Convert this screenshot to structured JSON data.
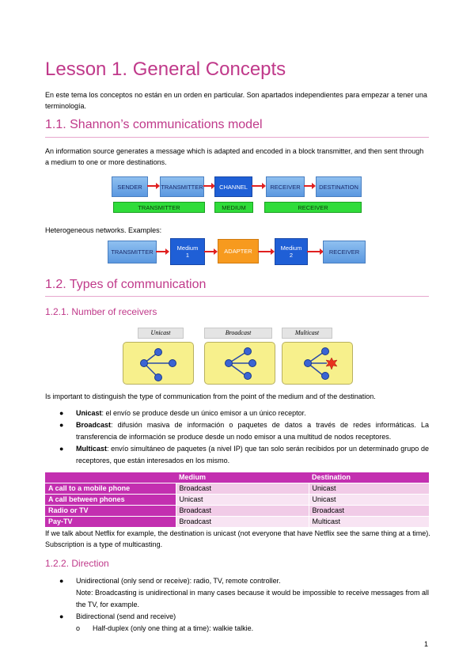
{
  "title": "Lesson 1. General Concepts",
  "intro": "En este tema los conceptos no están en un orden en particular. Son apartados independientes para empezar a tener una terminología.",
  "sec11": {
    "title": "1.1.  Shannon’s communications model",
    "para": "An information source generates a message which is adapted and encoded in a block transmitter, and then sent through a medium to one or more destinations.",
    "diagram": {
      "boxes": [
        "SENDER",
        "TRANSMITTER",
        "CHANNEL",
        "RECEIVER",
        "DESTINATION"
      ],
      "groups": [
        "TRANSMITTER",
        "MEDIUM",
        "RECEIVER"
      ]
    },
    "hetero_label": "Heterogeneous networks. Examples:",
    "hetero": {
      "transmitter": "TRANSMITTER",
      "medium1": "Medium\n1",
      "adapter": "ADAPTER",
      "medium2": "Medium\n2",
      "receiver": "RECEIVER"
    }
  },
  "sec12": {
    "title": "1.2.  Types of communication"
  },
  "sec121": {
    "title": "1.2.1. Number of receivers",
    "casts": [
      "Unicast",
      "Broadcast",
      "Multicast"
    ],
    "para": "Is important to distinguish the type of communication from the point of the medium and of the destination.",
    "bullets": [
      {
        "bold": "Unicast",
        "text": ": el envío se produce desde un único emisor a un único receptor."
      },
      {
        "bold": "Broadcast",
        "text": ": difusión masiva de información o paquetes de datos a través de redes informáticas. La transferencia de información se produce desde un nodo emisor a una multitud de nodos receptores."
      },
      {
        "bold": "Multicast",
        "text": ": envío simultáneo de paquetes (a nivel IP) que tan solo serán recibidos por un determinado grupo de receptores, que están interesados en los mismo."
      }
    ],
    "table": {
      "headers": [
        "",
        "Medium",
        "Destination"
      ],
      "rows": [
        [
          "A call to a mobile phone",
          "Broadcast",
          "Unicast"
        ],
        [
          "A call between phones",
          "Unicast",
          "Unicast"
        ],
        [
          "Radio or TV",
          "Broadcast",
          "Broadcast"
        ],
        [
          "Pay-TV",
          "Broadcast",
          "Multicast"
        ]
      ]
    },
    "after": "If we talk about Netflix for example, the destination is unicast (not everyone that have Netflix see the same thing at a time). Subscription is a type of multicasting."
  },
  "sec122": {
    "title": "1.2.2. Direction",
    "b1": "Unidirectional (only send or receive): radio, TV, remote controller.",
    "note": "Note: Broadcasting is unidirectional in many cases because it would be impossible to receive messages from all the TV, for example.",
    "b2": "Bidirectional (send and receive)",
    "sub": "Half-duplex (only one thing at a time): walkie talkie."
  },
  "page_number": "1"
}
